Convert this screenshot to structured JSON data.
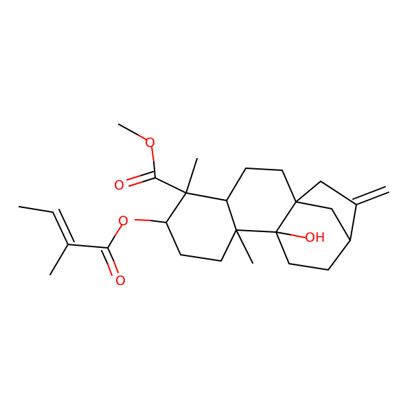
{
  "colors": {
    "background": "#ffffff",
    "bond": "#000000",
    "oxygen": "#ff0000"
  },
  "atom_labels": {
    "ester_oxygen_methoxy": "O",
    "ester_carbonyl_oxygen": "O",
    "angelate_ester_oxygen": "O",
    "angelate_carbonyl_oxygen": "O",
    "hydroxyl": "OH"
  }
}
